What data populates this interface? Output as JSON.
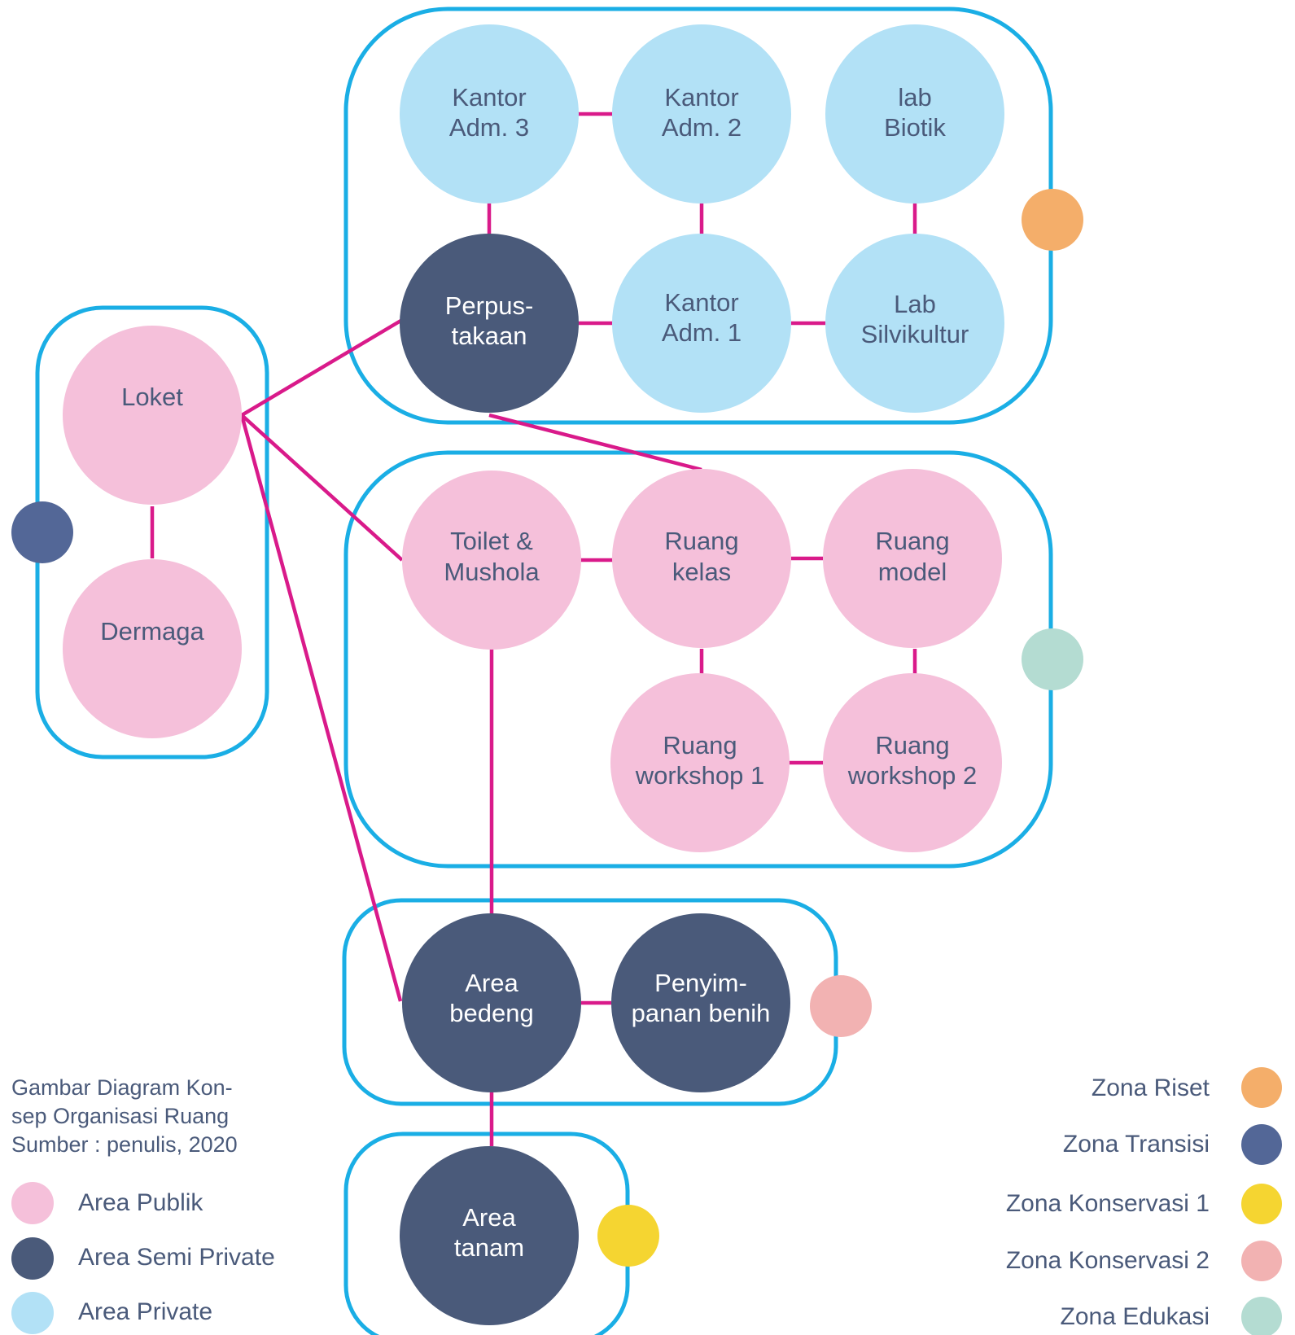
{
  "colors": {
    "publik": "#f5c0da",
    "semi_private": "#4a5a7a",
    "private": "#b2e1f6",
    "frame": "#1aaee5",
    "link": "#d91a8a",
    "text_light": "#ffffff",
    "text_dark": "#4a5a7a",
    "zona_riset": "#f4ae6a",
    "zona_transisi": "#536797",
    "zona_konservasi_1": "#f5d531",
    "zona_konservasi_2": "#f2b2b2",
    "zona_edukasi": "#b4dcd2"
  },
  "nodes": {
    "kantor_adm_3": [
      "Kantor",
      "Adm. 3"
    ],
    "kantor_adm_2": [
      "Kantor",
      "Adm. 2"
    ],
    "lab_biotik": [
      "lab",
      "Biotik"
    ],
    "perpustakaan": [
      "Perpus-",
      "takaan"
    ],
    "kantor_adm_1": [
      "Kantor",
      "Adm. 1"
    ],
    "lab_silvikultur": [
      "Lab",
      "Silvikultur"
    ],
    "loket": [
      "Loket"
    ],
    "dermaga": [
      "Dermaga"
    ],
    "toilet_mushola": [
      "Toilet &",
      "Mushola"
    ],
    "ruang_kelas": [
      "Ruang",
      "kelas"
    ],
    "ruang_model": [
      "Ruang",
      "model"
    ],
    "ruang_workshop_1": [
      "Ruang",
      "workshop 1"
    ],
    "ruang_workshop_2": [
      "Ruang",
      "workshop 2"
    ],
    "area_bedeng": [
      "Area",
      "bedeng"
    ],
    "penyimpanan_benih": [
      "Penyim-",
      "panan benih"
    ],
    "area_tanam": [
      "Area",
      "tanam"
    ]
  },
  "caption": [
    "Gambar Diagram  Kon-",
    "sep Organisasi Ruang",
    "Sumber : penulis, 2020"
  ],
  "area_legend": [
    {
      "label": "Area Publik",
      "color": "#f5c0da"
    },
    {
      "label": "Area Semi Private",
      "color": "#4a5a7a"
    },
    {
      "label": "Area Private",
      "color": "#b2e1f6"
    }
  ],
  "zona_legend": [
    {
      "label": "Zona Riset",
      "color": "#f4ae6a"
    },
    {
      "label": "Zona Transisi",
      "color": "#536797"
    },
    {
      "label": "Zona Konservasi 1",
      "color": "#f5d531"
    },
    {
      "label": "Zona Konservasi 2",
      "color": "#f2b2b2"
    },
    {
      "label": "Zona Edukasi",
      "color": "#b4dcd2"
    }
  ]
}
